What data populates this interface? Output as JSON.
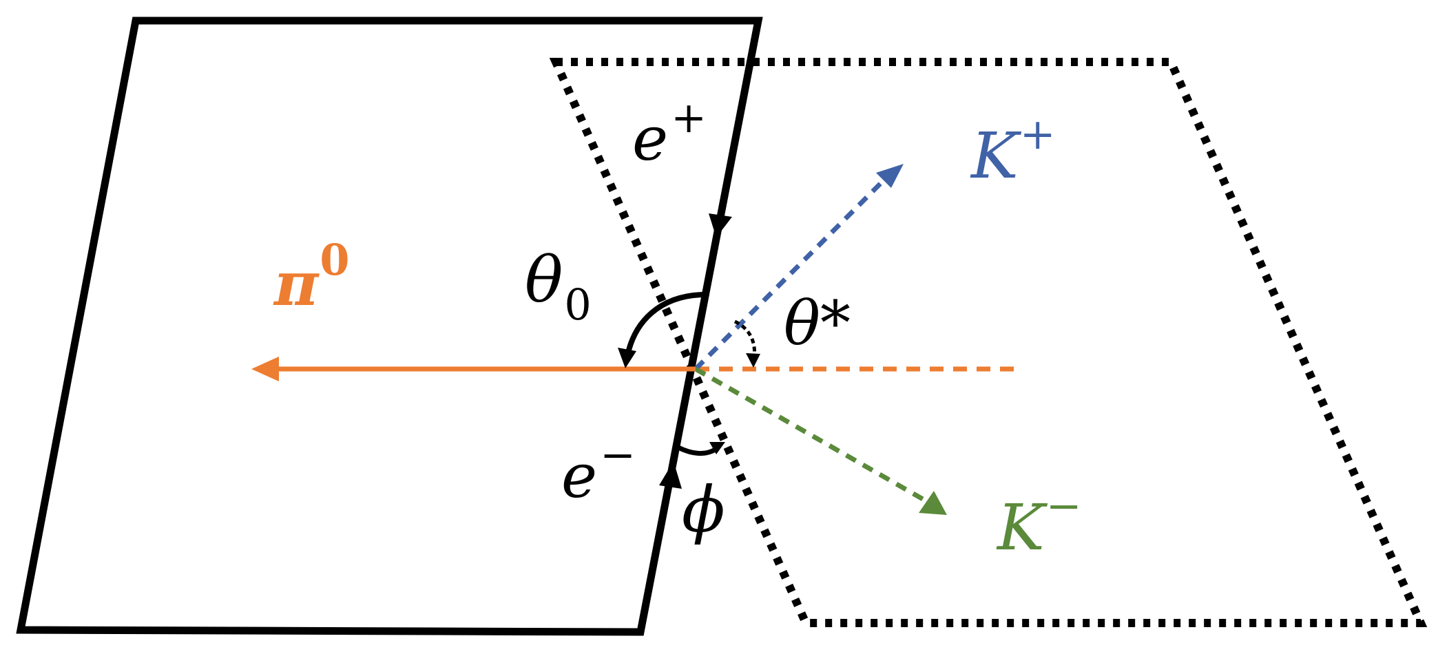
{
  "labels": {
    "e_plus": {
      "base": "e",
      "sup": "+"
    },
    "e_minus": {
      "base": "e",
      "sup": "−"
    },
    "k_plus": {
      "base": "K",
      "sup": "+"
    },
    "k_minus": {
      "base": "K",
      "sup": "−"
    },
    "pi_zero": {
      "base": "π",
      "sup": "0"
    },
    "theta_zero": {
      "base": "θ",
      "sub": "0"
    },
    "theta_star": {
      "text": "θ*"
    },
    "phi": {
      "text": "ϕ"
    }
  },
  "colors": {
    "plane": "#000000",
    "pion": "#ED7D31",
    "k_plus": "#4062A6",
    "k_minus": "#5A8A3A",
    "background": "#FFFFFF"
  }
}
